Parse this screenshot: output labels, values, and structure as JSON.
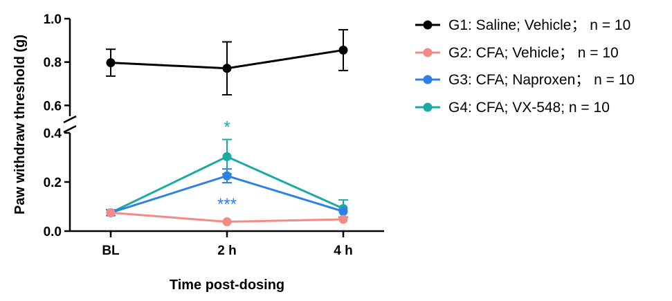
{
  "chart_data": {
    "type": "line",
    "title": "",
    "xlabel": "Time post-dosing",
    "ylabel": "Paw withdraw threshold (g)",
    "categories": [
      "BL",
      "2 h",
      "4 h"
    ],
    "y_axis": "broken",
    "y_segments": [
      {
        "range": [
          0.0,
          0.4
        ],
        "ticks": [
          0.0,
          0.2,
          0.4
        ],
        "tick_labels": [
          "0.0",
          "0.2",
          "0.4"
        ]
      },
      {
        "range": [
          0.55,
          1.0
        ],
        "ticks": [
          0.6,
          0.8,
          1.0
        ],
        "tick_labels": [
          "0.6",
          "0.8",
          "1.0"
        ]
      }
    ],
    "legend_position": "right",
    "grid": false,
    "series": [
      {
        "name": "G1: Saline; Vehicle； n = 10",
        "color": "#000000",
        "values": [
          0.797,
          0.771,
          0.855
        ],
        "errors": [
          0.062,
          0.122,
          0.094
        ]
      },
      {
        "name": "G2: CFA; Vehicle； n = 10",
        "color": "#f28a85",
        "values": [
          0.075,
          0.038,
          0.048
        ],
        "errors": [
          0.0,
          0.0,
          0.0
        ]
      },
      {
        "name": "G3: CFA; Naproxen； n = 10",
        "color": "#2f7fe8",
        "values": [
          0.075,
          0.225,
          0.08
        ],
        "errors": [
          0.012,
          0.028,
          0.0
        ]
      },
      {
        "name": "G4: CFA; VX-548; n = 10",
        "color": "#1aaaa3",
        "values": [
          0.075,
          0.303,
          0.092
        ],
        "errors": [
          0.0,
          0.07,
          0.035
        ]
      }
    ],
    "annotations": [
      {
        "text": "*",
        "category": "2 h",
        "y": 0.43,
        "color": "#1aaaa3"
      },
      {
        "text": "***",
        "category": "2 h",
        "y": 0.115,
        "color": "#2f7fe8"
      }
    ]
  }
}
